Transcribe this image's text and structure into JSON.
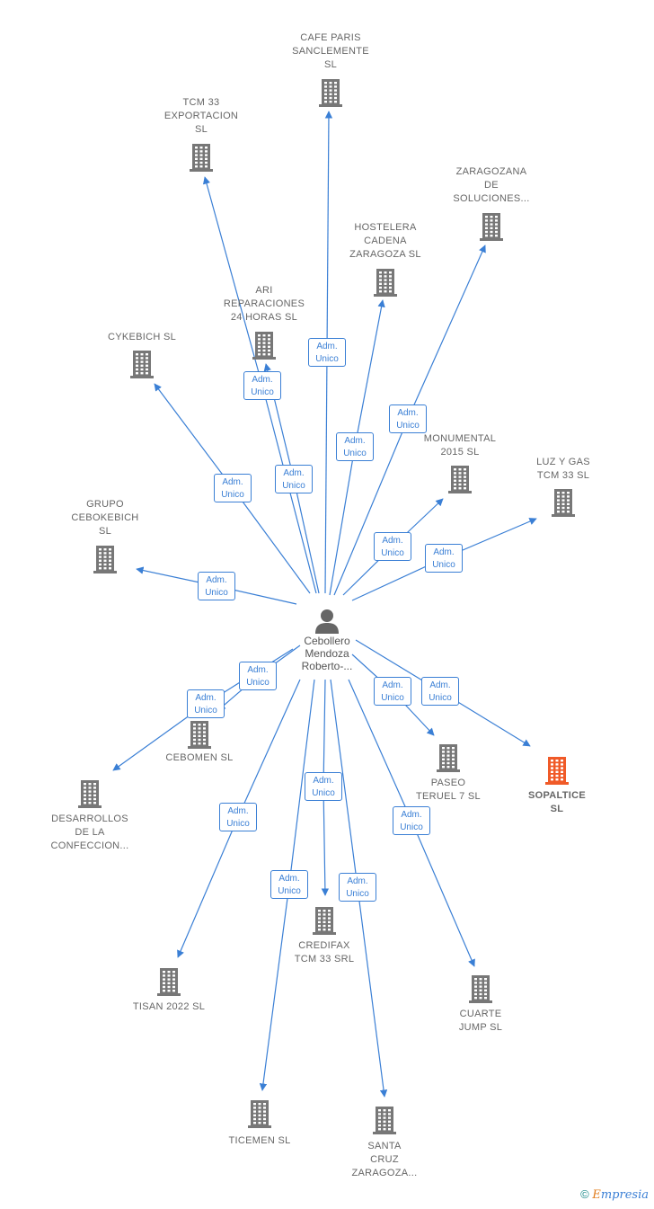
{
  "colors": {
    "edge": "#3a7fd5",
    "node": "#777777",
    "active": "#f05a28",
    "person": "#666666"
  },
  "center": {
    "label": "Cebollero\nMendoza\nRoberto-...",
    "icon": "person-icon"
  },
  "edge_label": {
    "line1": "Adm.",
    "line2": "Unico"
  },
  "nodes": [
    {
      "id": "cafe-paris",
      "label": "CAFE PARIS\nSANCLEMENTE\nSL",
      "icon": "building-icon",
      "active": false
    },
    {
      "id": "tcm33-exportacion",
      "label": "TCM 33\nEXPORTACION\nSL",
      "icon": "building-icon",
      "active": false
    },
    {
      "id": "zaragozana",
      "label": "ZARAGOZANA\nDE\nSOLUCIONES...",
      "icon": "building-icon",
      "active": false
    },
    {
      "id": "hostelera",
      "label": "HOSTELERA\nCADENA\nZARAGOZA SL",
      "icon": "building-icon",
      "active": false
    },
    {
      "id": "ari",
      "label": "ARI\nREPARACIONES\n24 HORAS  SL",
      "icon": "building-icon",
      "active": false
    },
    {
      "id": "cykebich",
      "label": "CYKEBICH  SL",
      "icon": "building-icon",
      "active": false
    },
    {
      "id": "monumental",
      "label": "MONUMENTAL\n2015  SL",
      "icon": "building-icon",
      "active": false
    },
    {
      "id": "luz-y-gas",
      "label": "LUZ Y GAS\nTCM 33  SL",
      "icon": "building-icon",
      "active": false
    },
    {
      "id": "grupo-cebokebich",
      "label": "GRUPO\nCEBOKEBICH\nSL",
      "icon": "building-icon",
      "active": false
    },
    {
      "id": "cebomen",
      "label": "CEBOMEN  SL",
      "icon": "building-icon",
      "active": false
    },
    {
      "id": "paseo-teruel",
      "label": "PASEO\nTERUEL 7  SL",
      "icon": "building-icon",
      "active": false
    },
    {
      "id": "sopaltice",
      "label": "SOPALTICE\nSL",
      "icon": "building-icon",
      "active": true
    },
    {
      "id": "desarrollos",
      "label": "DESARROLLOS\nDE LA\nCONFECCION...",
      "icon": "building-icon",
      "active": false
    },
    {
      "id": "credifax",
      "label": "CREDIFAX\nTCM 33 SRL",
      "icon": "building-icon",
      "active": false
    },
    {
      "id": "tisan",
      "label": "TISAN 2022  SL",
      "icon": "building-icon",
      "active": false
    },
    {
      "id": "cuarte-jump",
      "label": "CUARTE\nJUMP  SL",
      "icon": "building-icon",
      "active": false
    },
    {
      "id": "ticemen",
      "label": "TICEMEN  SL",
      "icon": "building-icon",
      "active": false
    },
    {
      "id": "santa-cruz",
      "label": "SANTA\nCRUZ\nZARAGOZA...",
      "icon": "building-icon",
      "active": false
    }
  ],
  "footer": {
    "copyright": "©",
    "brand_first": "E",
    "brand_rest": "mpresia"
  }
}
